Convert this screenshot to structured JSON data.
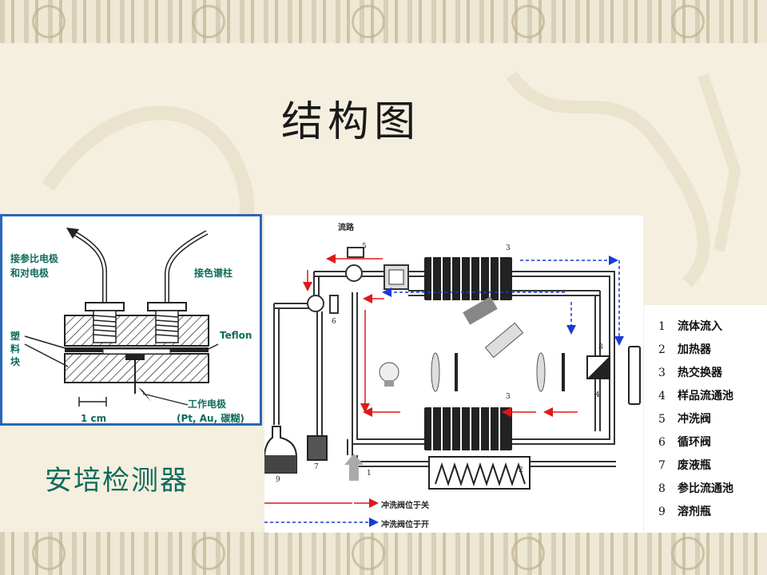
{
  "page": {
    "title": "结构图"
  },
  "detector": {
    "caption": "安培检测器",
    "labels": {
      "reference_electrode": "接参比电极\n和对电极",
      "column": "接色谱柱",
      "plastic_block": "塑\n料\n块",
      "teflon": "Teflon",
      "working_electrode": "工作电极",
      "working_electrode_materials": "(Pt, Au, 碳糊)",
      "scale": "1 cm"
    }
  },
  "flow_diagram": {
    "title": "流路",
    "legend_red": "冲洗阀位于关",
    "legend_blue": "冲洗阀位于开",
    "numbers": [
      "1",
      "2",
      "3",
      "3",
      "4",
      "5",
      "6",
      "7",
      "8",
      "9"
    ]
  },
  "legend": {
    "items": [
      {
        "num": "1",
        "label": "流体流入"
      },
      {
        "num": "2",
        "label": "加热器"
      },
      {
        "num": "3",
        "label": "热交换器"
      },
      {
        "num": "4",
        "label": "样品流通池"
      },
      {
        "num": "5",
        "label": "冲洗阀"
      },
      {
        "num": "6",
        "label": "循环阀"
      },
      {
        "num": "7",
        "label": "废液瓶"
      },
      {
        "num": "8",
        "label": "参比流通池"
      },
      {
        "num": "9",
        "label": "溶剂瓶"
      }
    ]
  },
  "colors": {
    "accent_teal": "#0e6b5c",
    "box_border": "#2a66b8",
    "flow_red": "#e01818",
    "flow_blue": "#1a3ad8"
  }
}
